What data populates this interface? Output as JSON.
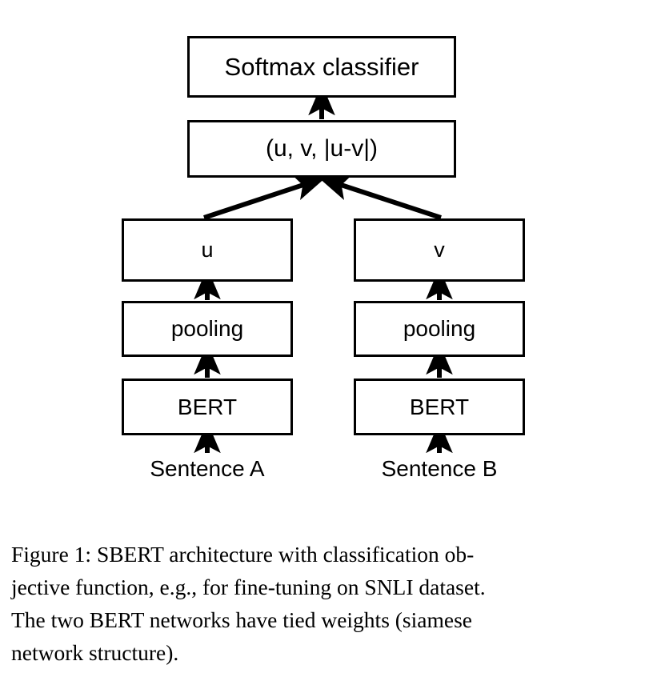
{
  "figure": {
    "caption_label": "Figure 1:",
    "caption_text": "Figure 1:  SBERT architecture with classification objective function, e.g., for fine-tuning on SNLI dataset. The two BERT networks have tied weights (siamese network structure).",
    "caption_lines": [
      "Figure 1:  SBERT architecture with classification ob-",
      "jective function, e.g., for fine-tuning on SNLI dataset.",
      "The two BERT networks have tied weights (siamese",
      "network structure)."
    ]
  },
  "diagram": {
    "type": "flowchart",
    "title": "SBERT architecture with classification objective function",
    "stroke_color": "#000000",
    "fill_color": "#ffffff",
    "nodes": [
      {
        "id": "softmax",
        "label": "Softmax classifier"
      },
      {
        "id": "concat",
        "label": "(u, v, |u-v|)"
      },
      {
        "id": "u",
        "label": "u"
      },
      {
        "id": "v",
        "label": "v"
      },
      {
        "id": "pooling_a",
        "label": "pooling"
      },
      {
        "id": "pooling_b",
        "label": "pooling"
      },
      {
        "id": "bert_a",
        "label": "BERT"
      },
      {
        "id": "bert_b",
        "label": "BERT"
      }
    ],
    "inputs": [
      {
        "id": "sentence_a",
        "label": "Sentence A"
      },
      {
        "id": "sentence_b",
        "label": "Sentence B"
      }
    ],
    "edges": [
      {
        "from": "concat",
        "to": "softmax",
        "style": "vertical-arrow"
      },
      {
        "from": "u",
        "to": "concat",
        "style": "diagonal-arrow"
      },
      {
        "from": "v",
        "to": "concat",
        "style": "diagonal-arrow"
      },
      {
        "from": "pooling_a",
        "to": "u",
        "style": "vertical-arrow"
      },
      {
        "from": "pooling_b",
        "to": "v",
        "style": "vertical-arrow"
      },
      {
        "from": "bert_a",
        "to": "pooling_a",
        "style": "vertical-arrow"
      },
      {
        "from": "bert_b",
        "to": "pooling_b",
        "style": "vertical-arrow"
      },
      {
        "from": "sentence_a",
        "to": "bert_a",
        "style": "vertical-arrow"
      },
      {
        "from": "sentence_b",
        "to": "bert_b",
        "style": "vertical-arrow"
      }
    ]
  }
}
